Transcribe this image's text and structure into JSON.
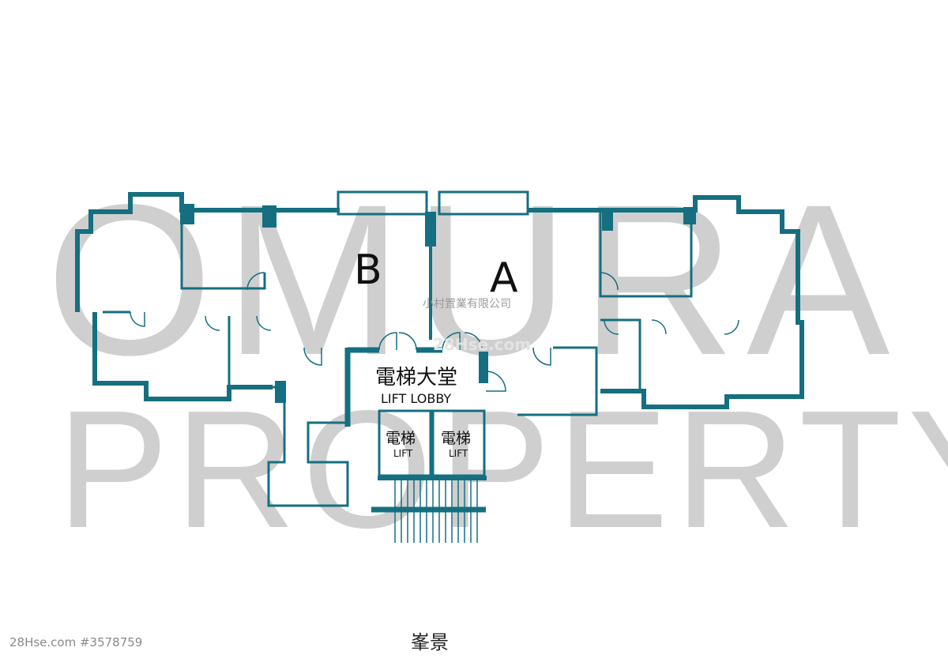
{
  "watermark": {
    "line1": "OMURA",
    "line2": "PROPERTY",
    "site": "28Hse.com"
  },
  "units": {
    "unit_a": "A",
    "unit_b": "B"
  },
  "company": "小村置業有限公司",
  "lobby": {
    "label_zh": "電梯大堂",
    "label_en": "LIFT LOBBY"
  },
  "lifts": [
    {
      "label_zh": "電梯",
      "label_en": "LIFT"
    },
    {
      "label_zh": "電梯",
      "label_en": "LIFT"
    }
  ],
  "caption": "峯景",
  "listing_id": "28Hse.com #3578759",
  "colors": {
    "wall": "#156f80",
    "watermark": "#cfcfcf"
  }
}
